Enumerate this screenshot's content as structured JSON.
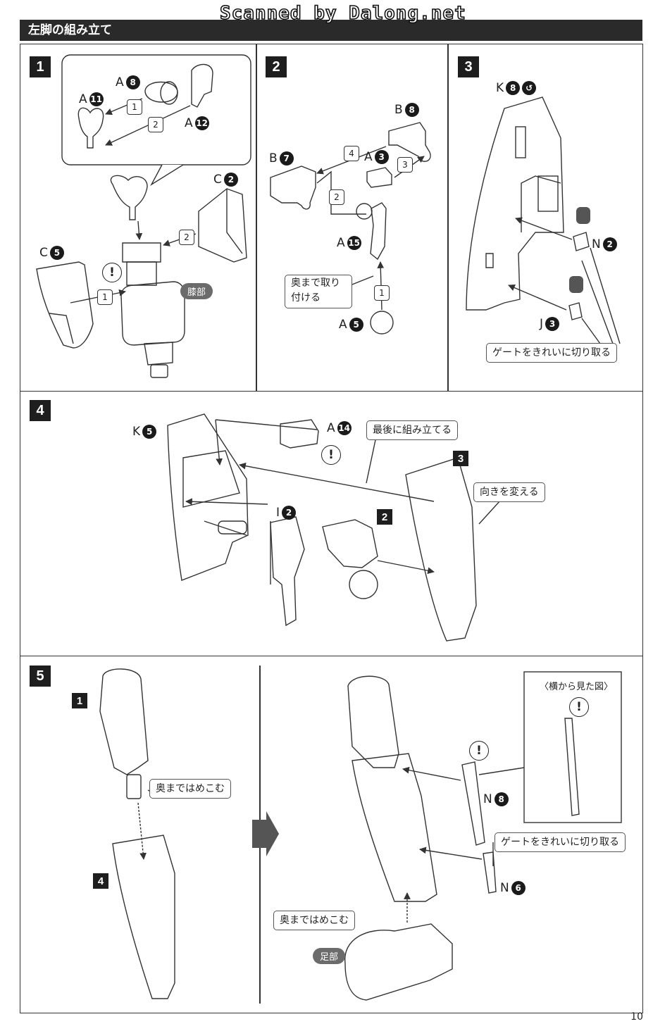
{
  "watermark": "Scanned by Dalong.net",
  "page_title": "左脚の組み立て",
  "page_number": "10",
  "steps": {
    "s1": {
      "number": "1",
      "parts": {
        "a8": {
          "letter": "A",
          "num": "8"
        },
        "a11": {
          "letter": "A",
          "num": "11"
        },
        "a12": {
          "letter": "A",
          "num": "12"
        },
        "c2": {
          "letter": "C",
          "num": "2"
        },
        "c5": {
          "letter": "C",
          "num": "5"
        }
      },
      "order": [
        "1",
        "2",
        "2",
        "1"
      ],
      "knee_tag": "膝部"
    },
    "s2": {
      "number": "2",
      "parts": {
        "b8": {
          "letter": "B",
          "num": "8"
        },
        "b7": {
          "letter": "B",
          "num": "7"
        },
        "a3": {
          "letter": "A",
          "num": "3"
        },
        "a15": {
          "letter": "A",
          "num": "15"
        },
        "a5": {
          "letter": "A",
          "num": "5"
        }
      },
      "order": [
        "4",
        "3",
        "2",
        "1"
      ],
      "note_line1": "奥まで取り",
      "note_line2": "付ける"
    },
    "s3": {
      "number": "3",
      "parts": {
        "k8": {
          "letter": "K",
          "num": "8"
        },
        "n2": {
          "letter": "N",
          "num": "2"
        },
        "j3": {
          "letter": "J",
          "num": "3"
        }
      },
      "gate_note": "ゲートをきれいに切り取る"
    },
    "s4": {
      "number": "4",
      "parts": {
        "k5": {
          "letter": "K",
          "num": "5"
        },
        "a14": {
          "letter": "A",
          "num": "14"
        },
        "i2": {
          "letter": "I",
          "num": "2"
        }
      },
      "ref3": "3",
      "ref2": "2",
      "last_note": "最後に組み立てる",
      "turn_note": "向きを変える"
    },
    "s5": {
      "number": "5",
      "ref1": "1",
      "ref4": "4",
      "press_note": "奥まではめこむ",
      "press_note2": "奥まではめこむ",
      "side_view": "〈横から見た図〉",
      "parts": {
        "n8": {
          "letter": "N",
          "num": "8"
        },
        "n6": {
          "letter": "N",
          "num": "6"
        }
      },
      "gate_note": "ゲートをきれいに切り取る",
      "foot_tag": "足部"
    }
  }
}
